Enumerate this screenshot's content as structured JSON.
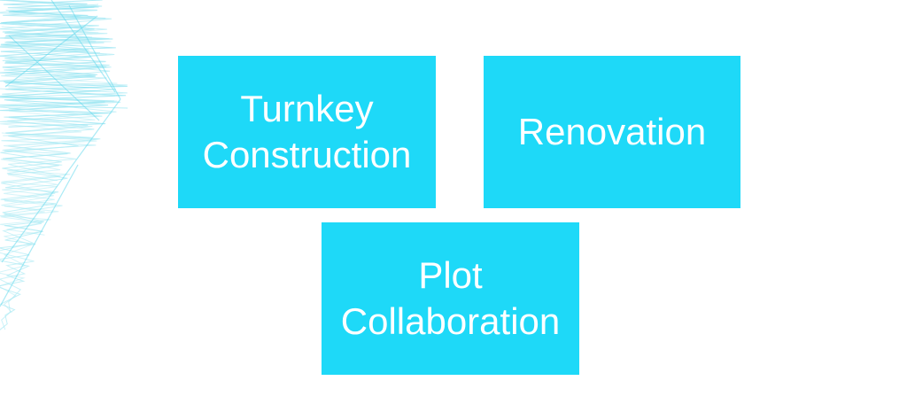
{
  "slide": {
    "background_color": "#ffffff",
    "shape_fill_color": "#1ed9f8",
    "shape_text_color": "#ffffff",
    "shapes": [
      {
        "label": "Turnkey Construction"
      },
      {
        "label": "Renovation"
      },
      {
        "label": "Plot Collaboration"
      }
    ],
    "decoration": {
      "name": "wireframe-building-sketch",
      "stroke_color": "#a9e9f4",
      "accent_stroke_color": "#63d9ec"
    }
  }
}
